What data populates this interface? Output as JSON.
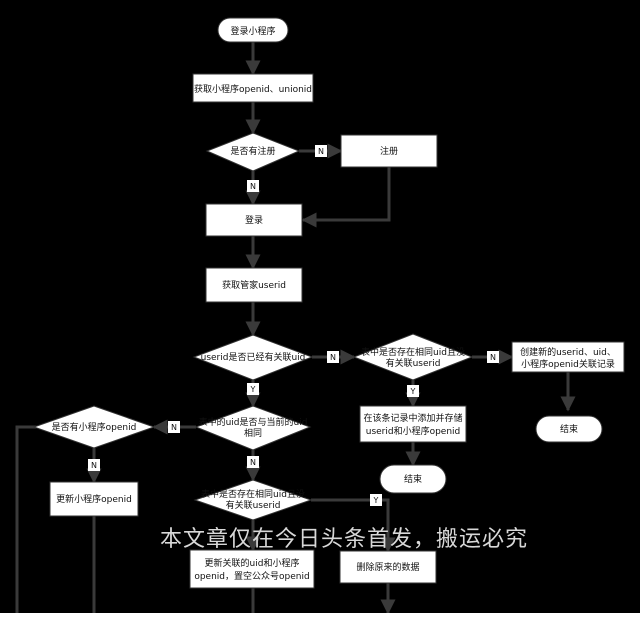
{
  "nodes": {
    "start": "登录小程序",
    "get_openid": "获取小程序openid、unionid",
    "is_registered": "是否有注册",
    "register": "注册",
    "login": "登录",
    "get_userid": "获取管家userid",
    "userid_has_uid_1": "userid是否已经有关联uid",
    "userid_has_uid_2": "",
    "table_same_uid_1": "表中是否存在相同uid且没",
    "table_same_uid_2": "有关联userid",
    "create_record_1": "创建新的userid、uid、",
    "create_record_2": "小程序openid关联记录",
    "has_mini_openid": "是否有小程序openid",
    "uid_same_1": "表中的uid是否与当前的uid",
    "uid_same_2": "相同",
    "add_store_1": "在该条记录中添加并存储",
    "add_store_2": "userid和小程序openid",
    "end_1": "结束",
    "end_2": "结束",
    "update_openid": "更新小程序openid",
    "table_same_uid2_1": "表中是否存在相同uid且没",
    "table_same_uid2_2": "有关联userid",
    "update_assoc_1": "更新关联的uid和小程序",
    "update_assoc_2": "openid，置空公众号openid",
    "delete_data": "删除原来的数据"
  },
  "edge_labels": {
    "n": "N",
    "y": "Y"
  },
  "watermark": "本文章仅在今日头条首发，搬运必究"
}
